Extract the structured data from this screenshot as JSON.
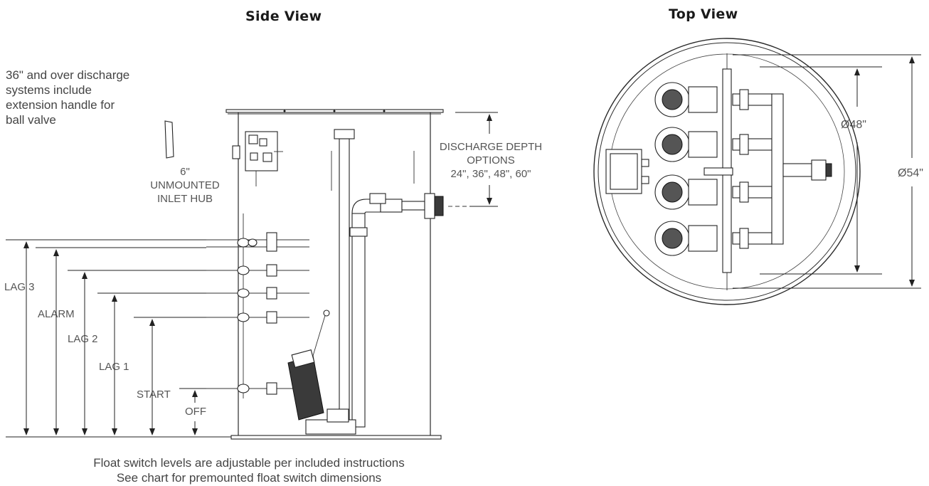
{
  "side_view": {
    "title": "Side View",
    "note_extension_handle": [
      "36\" and over discharge",
      "systems include",
      "extension handle for",
      "ball valve"
    ],
    "inlet_hub": [
      "6\"",
      "UNMOUNTED",
      "INLET HUB"
    ],
    "discharge_depth": [
      "DISCHARGE DEPTH",
      "OPTIONS",
      "24\", 36\", 48\", 60\""
    ],
    "levels": {
      "lag3": "LAG 3",
      "alarm": "ALARM",
      "lag2": "LAG 2",
      "lag1": "LAG 1",
      "start": "START",
      "off": "OFF"
    },
    "footer": [
      "Float switch levels are adjustable per included instructions",
      "See chart for premounted float switch dimensions"
    ]
  },
  "top_view": {
    "title": "Top View",
    "inner_diameter": "Ø48\"",
    "outer_diameter": "Ø54\""
  }
}
